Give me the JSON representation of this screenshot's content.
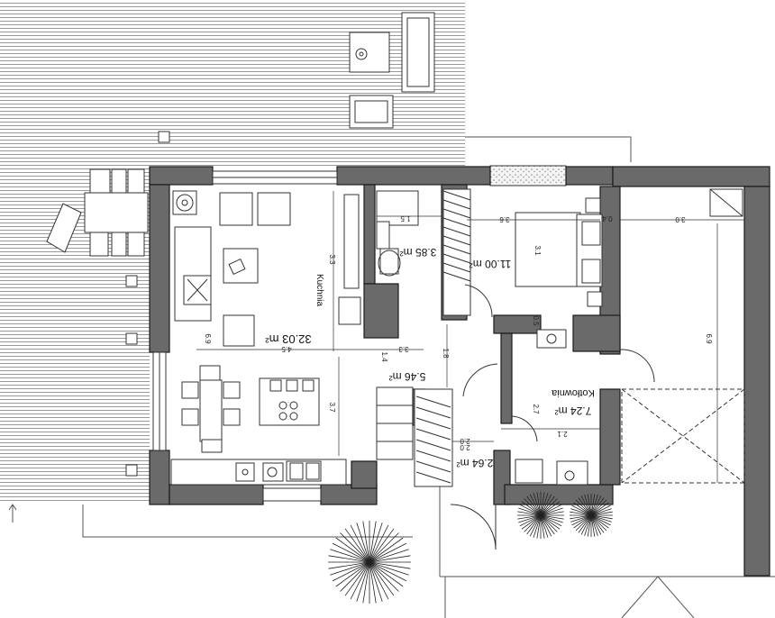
{
  "rooms": [
    {
      "name": "Kotłownia",
      "area": "7.24 m²"
    },
    {
      "name": "",
      "area": "32.03 m²"
    },
    {
      "name": "",
      "area": "5.46 m²"
    },
    {
      "name": "",
      "area": "3.85 m²"
    },
    {
      "name": "",
      "area": "11.00 m²"
    },
    {
      "name": "",
      "area": "2.64 m²"
    }
  ],
  "labels": {
    "kitchen": "Kuchnia"
  },
  "dimensions": [
    "1.5",
    "3.6",
    "0.4",
    "3.0",
    "3.3",
    "3.1",
    "6.9",
    "4.5",
    "3.3",
    "1.8",
    "1.4",
    "3.7",
    "2.0",
    "2.1",
    "2.7",
    "0.5",
    "6.9",
    "2.0"
  ],
  "colors": {
    "wall": "#6a6a6a",
    "wall_outline": "#1a1a1a",
    "deck_line": "#9a9a9a",
    "line": "#222222",
    "hatch": "#999999"
  }
}
